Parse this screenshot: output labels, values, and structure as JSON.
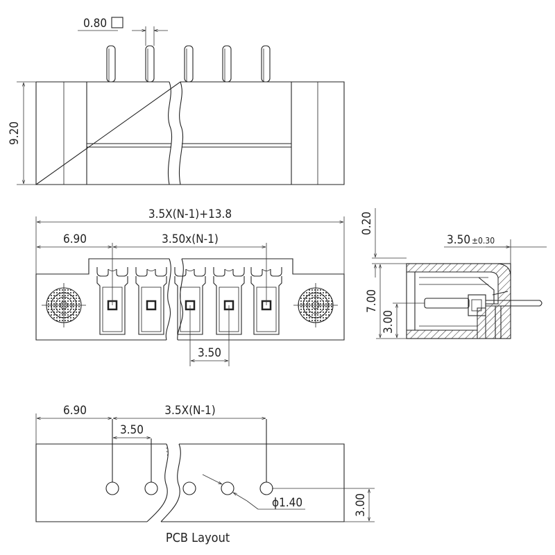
{
  "top_view": {
    "pin_pitch_tol": "0.80",
    "height": "9.20"
  },
  "front_view": {
    "overall_length": "3.5X(N-1)+13.8",
    "edge_to_first_pin": "6.90",
    "pin_span": "3.50x(N-1)",
    "pitch": "3.50"
  },
  "side_view": {
    "top_offset": "0.20",
    "pin_extension": "3.50",
    "pin_extension_tol": "±0.30",
    "body_height": "7.00",
    "pin_height": "3.00"
  },
  "pcb_layout": {
    "edge_to_first_hole": "6.90",
    "hole_span": "3.5X(N-1)",
    "pitch": "3.50",
    "hole_diameter": "ϕ1.40",
    "row_offset": "3.00",
    "caption": "PCB Layout"
  }
}
